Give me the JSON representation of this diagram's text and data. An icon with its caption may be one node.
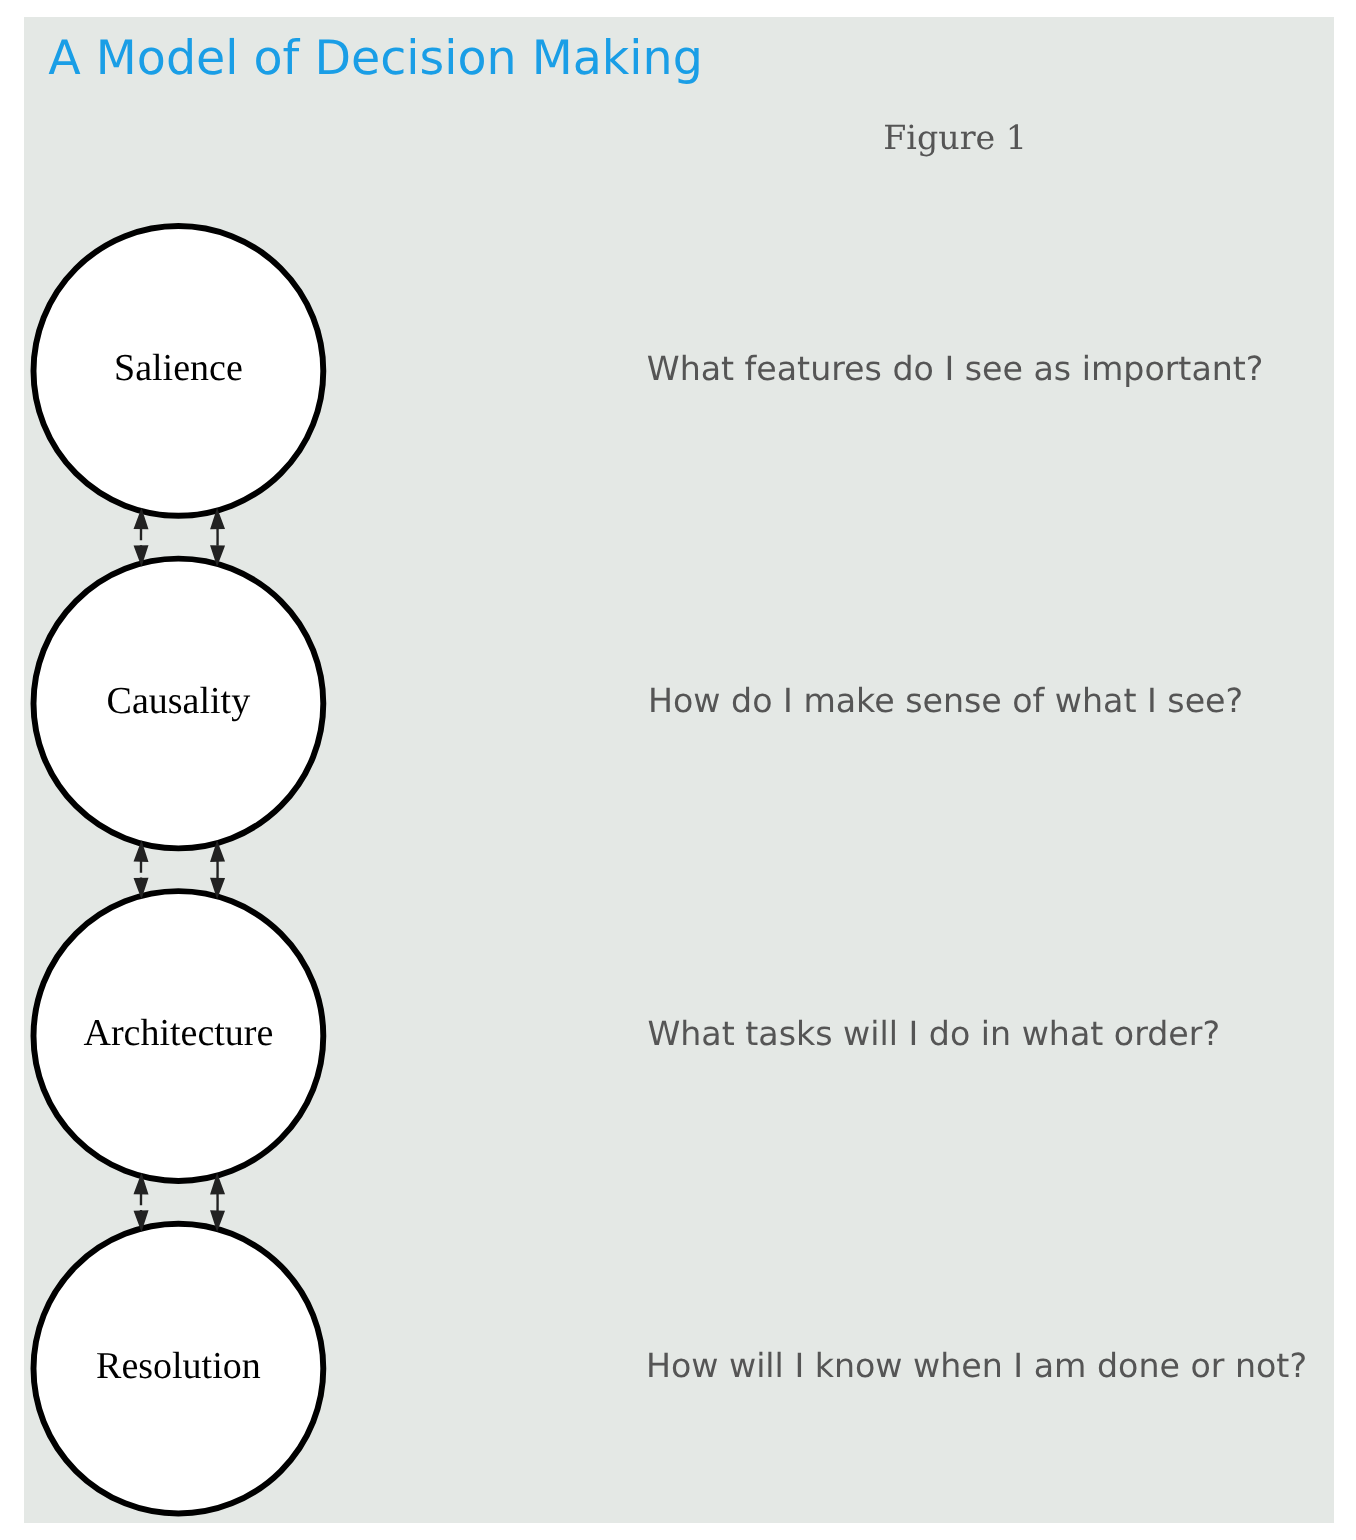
{
  "diagram": {
    "title": "A Model of Decision Making",
    "nodes": [
      {
        "text": [
          "Salience"
        ]
      },
      {
        "text": [
          "Causality"
        ]
      },
      {
        "text": [
          "Architecture"
        ]
      },
      {
        "text": [
          "Resolution"
        ]
      }
    ],
    "edges": [
      {
        "from": 0,
        "to": 1,
        "arrow": "both",
        "style": "dashed"
      },
      {
        "from": 0,
        "to": 1,
        "arrow": "both"
      },
      {
        "from": 1,
        "to": 2,
        "arrow": "both",
        "style": "dashed"
      },
      {
        "from": 1,
        "to": 2,
        "arrow": "both"
      },
      {
        "from": 2,
        "to": 3,
        "arrow": "both",
        "style": "dashed"
      },
      {
        "from": 2,
        "to": 3,
        "arrow": "both"
      }
    ],
    "labels": [
      "Figure 1",
      "What features do I see as important?",
      "How do I make sense of what I see?",
      "What tasks will I do in what order?",
      "How will I know when I am done or not?"
    ]
  }
}
